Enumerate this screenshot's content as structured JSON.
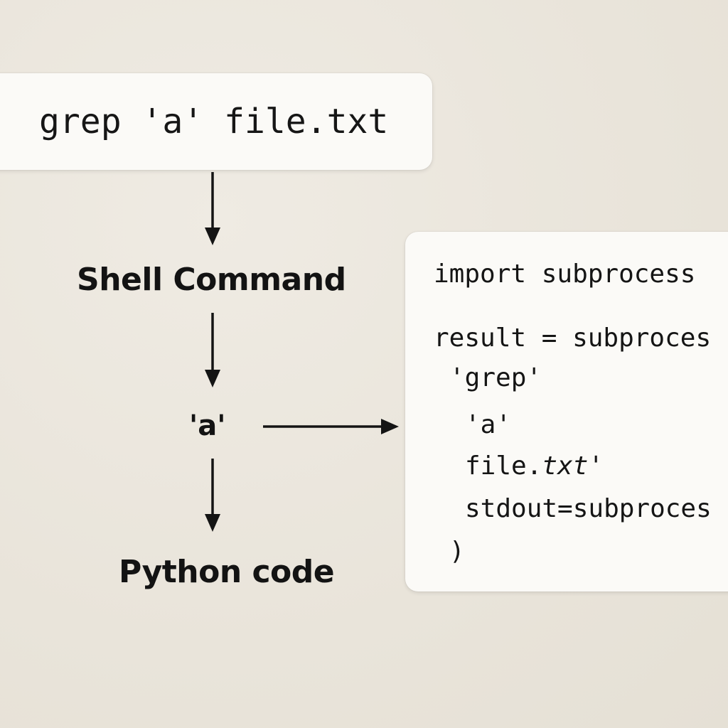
{
  "command_box": {
    "text": "grep 'a' file.txt"
  },
  "labels": {
    "shell_command": "Shell Command",
    "argument": "'a'",
    "python_code": "Python code"
  },
  "code_box": {
    "lines": [
      "import subprocess",
      "result = subproces",
      "'grep'",
      "'a'",
      "file.",
      "stdout=subproces",
      ")"
    ],
    "line5_italic_suffix": "txt'"
  },
  "colors": {
    "background": "#ebe6dc",
    "card": "#fbfaf7",
    "text": "#141414",
    "arrow": "#141414"
  }
}
